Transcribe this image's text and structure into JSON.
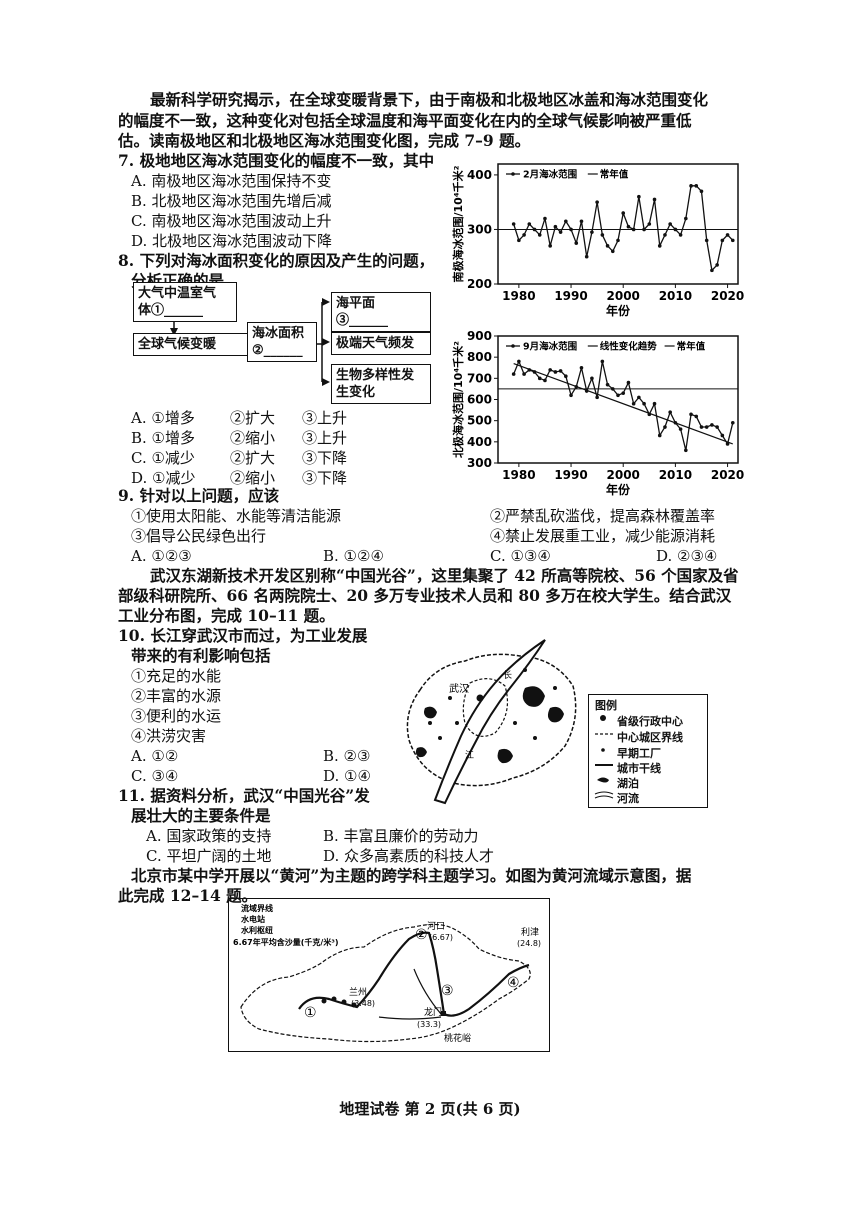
{
  "intro1": [
    "最新科学研究揭示，在全球变暖背景下，由于南极和北极地区冰盖和海冰范围变化",
    "的幅度不一致，这种变化对包括全球温度和海平面变化在内的全球气候影响被严重低",
    "估。读南极地区和北极地区海冰范围变化图，完成 7–9 题。"
  ],
  "q7": {
    "stem": "7. 极地地区海冰范围变化的幅度不一致，其中",
    "options": [
      "A. 南极地区海冰范围保持不变",
      "B. 北极地区海冰范围先增后减",
      "C. 南极地区海冰范围波动上升",
      "D. 北极地区海冰范围波动下降"
    ]
  },
  "q8": {
    "stem": [
      "8. 下列对海冰面积变化的原因及产生的问题，",
      "分析正确的是"
    ],
    "diagram": {
      "box1": [
        "大气中温室气",
        "体①______"
      ],
      "box2": "全球气候变暖",
      "box3": [
        "海冰面积",
        "②______"
      ],
      "box4": "海平面③______",
      "box5": "极端天气频发",
      "box6": [
        "生物多样性发",
        "生变化"
      ]
    },
    "options": [
      [
        "A. ①增多",
        "②扩大",
        "③上升"
      ],
      [
        "B. ①增多",
        "②缩小",
        "③上升"
      ],
      [
        "C. ①减少",
        "②扩大",
        "③下降"
      ],
      [
        "D. ①减少",
        "②缩小",
        "③下降"
      ]
    ]
  },
  "chart_data": [
    {
      "type": "line",
      "legend": [
        "2月海冰范围",
        "常年值"
      ],
      "ylabel": "南极海冰范围/10⁴千米²",
      "xlabel": "年份",
      "xlim": [
        1976,
        2022
      ],
      "ylim": [
        200,
        420
      ],
      "yticks": [
        200,
        300,
        400
      ],
      "xticks": [
        1980,
        1990,
        2000,
        2010,
        2020
      ],
      "reference_value": 300,
      "x": [
        1979,
        1980,
        1981,
        1982,
        1983,
        1984,
        1985,
        1986,
        1987,
        1988,
        1989,
        1990,
        1991,
        1992,
        1993,
        1994,
        1995,
        1996,
        1997,
        1998,
        1999,
        2000,
        2001,
        2002,
        2003,
        2004,
        2005,
        2006,
        2007,
        2008,
        2009,
        2010,
        2011,
        2012,
        2013,
        2014,
        2015,
        2016,
        2017,
        2018,
        2019,
        2020,
        2021
      ],
      "values": [
        310,
        280,
        290,
        310,
        300,
        290,
        320,
        270,
        305,
        295,
        315,
        300,
        275,
        315,
        250,
        295,
        350,
        290,
        270,
        260,
        280,
        330,
        305,
        300,
        360,
        300,
        310,
        355,
        270,
        290,
        310,
        300,
        290,
        320,
        380,
        380,
        370,
        280,
        225,
        235,
        280,
        290,
        280
      ]
    },
    {
      "type": "line",
      "legend": [
        "9月海冰范围",
        "线性变化趋势",
        "常年值"
      ],
      "ylabel": "北极海冰范围/10⁴千米²",
      "xlabel": "年份",
      "xlim": [
        1976,
        2022
      ],
      "ylim": [
        300,
        900
      ],
      "yticks": [
        300,
        400,
        500,
        600,
        700,
        800,
        900
      ],
      "xticks": [
        1980,
        1990,
        2000,
        2010,
        2020
      ],
      "reference_value": 650,
      "trend": [
        770,
        390
      ],
      "x": [
        1979,
        1980,
        1981,
        1982,
        1983,
        1984,
        1985,
        1986,
        1987,
        1988,
        1989,
        1990,
        1991,
        1992,
        1993,
        1994,
        1995,
        1996,
        1997,
        1998,
        1999,
        2000,
        2001,
        2002,
        2003,
        2004,
        2005,
        2006,
        2007,
        2008,
        2009,
        2010,
        2011,
        2012,
        2013,
        2014,
        2015,
        2016,
        2017,
        2018,
        2019,
        2020,
        2021
      ],
      "values": [
        720,
        780,
        720,
        740,
        730,
        700,
        690,
        740,
        730,
        735,
        710,
        620,
        660,
        750,
        640,
        700,
        610,
        780,
        670,
        650,
        620,
        630,
        680,
        580,
        610,
        580,
        530,
        580,
        430,
        470,
        540,
        490,
        460,
        360,
        530,
        520,
        470,
        470,
        480,
        470,
        430,
        390,
        490
      ]
    }
  ],
  "q9": {
    "stem": "9. 针对以上问题，应该",
    "items": [
      "①使用太阳能、水能等清洁能源",
      "②严禁乱砍滥伐，提高森林覆盖率",
      "③倡导公民绿色出行",
      "④禁止发展重工业，减少能源消耗"
    ],
    "options": [
      "A. ①②③",
      "B. ①②④",
      "C. ①③④",
      "D. ②③④"
    ]
  },
  "intro2": [
    "武汉东湖新技术开发区别称“中国光谷”，这里集聚了 42 所高等院校、56 个国家及省",
    "部级科研院所、66 名两院院士、20 多万专业技术人员和 80 多万在校大学生。结合武汉",
    "工业分布图，完成 10–11 题。"
  ],
  "q10": {
    "stem": [
      "10. 长江穿武汉市而过，为工业发展",
      "带来的有利影响包括"
    ],
    "items": [
      "①充足的水能",
      "②丰富的水源",
      "③便利的水运",
      "④洪涝灾害"
    ],
    "options": [
      "A. ①②",
      "B. ②③",
      "C. ③④",
      "D. ①④"
    ]
  },
  "wuhan_map": {
    "labels": [
      "武汉",
      "长",
      "江"
    ],
    "legend_title": "图例",
    "legend": [
      "省级行政中心",
      "中心城区界线",
      "早期工厂",
      "城市干线",
      "湖泊",
      "河流"
    ]
  },
  "q11": {
    "stem": [
      "11. 据资料分析，武汉“中国光谷”发",
      "展壮大的主要条件是"
    ],
    "options": [
      "A. 国家政策的支持",
      "B. 丰富且廉价的劳动力",
      "C. 平坦广阔的土地",
      "D. 众多高素质的科技人才"
    ]
  },
  "intro3": [
    "北京市某中学开展以“黄河”为主题的跨学科主题学习。如图为黄河流域示意图，据",
    "此完成 12–14 题。"
  ],
  "yellow_river_map": {
    "legend": [
      "流域界线",
      "水电站",
      "水利枢纽",
      "6.67年平均含沙量(千克/米³)"
    ],
    "places": [
      {
        "name": "兰州",
        "value": "(3.48)"
      },
      {
        "name": "河口",
        "value": "(6.67)"
      },
      {
        "name": "龙门",
        "value": "(33.3)"
      },
      {
        "name": "利津",
        "value": "(24.8)"
      },
      {
        "name": "桃花峪",
        "value": ""
      }
    ],
    "region_marks": [
      "①",
      "②",
      "③",
      "④"
    ]
  },
  "footer": "地理试卷  第 2 页(共 6 页)"
}
